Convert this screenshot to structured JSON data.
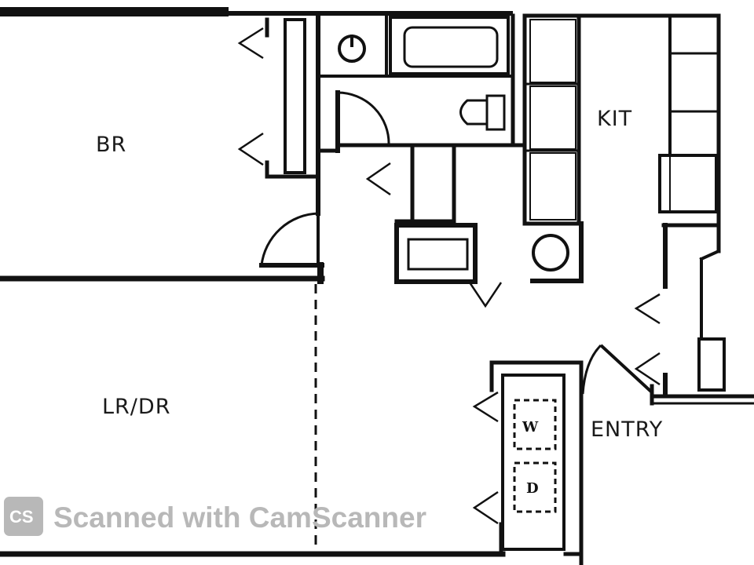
{
  "rooms": {
    "bedroom": "BR",
    "kitchen": "KIT",
    "living_dining": "LR/DR",
    "entry": "ENTRY"
  },
  "appliances": {
    "washer": "W",
    "dryer": "D"
  },
  "watermark": {
    "logo": "CS",
    "text": "Scanned with CamScanner"
  },
  "colors": {
    "wall": "#111111",
    "watermark": "#b8b8b8",
    "background": "#ffffff"
  }
}
